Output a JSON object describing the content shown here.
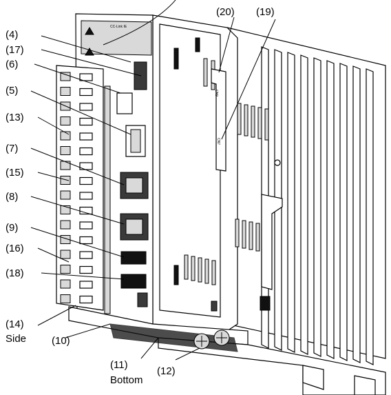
{
  "labels": {
    "l4": "(4)",
    "l17": "(17)",
    "l6": "(6)",
    "l5": "(5)",
    "l13": "(13)",
    "l7": "(7)",
    "l15": "(15)",
    "l8": "(8)",
    "l9": "(9)",
    "l16": "(16)",
    "l18": "(18)",
    "l14": "(14)",
    "side": "Side",
    "l10": "(10)",
    "l11": "(11)",
    "bottom": "Bottom",
    "l12": "(12)",
    "l20": "(20)",
    "l19": "(19)"
  },
  "panel_text": {
    "brand": "CC-Link IE",
    "cn9": "CN9",
    "cn7": "CN7"
  }
}
